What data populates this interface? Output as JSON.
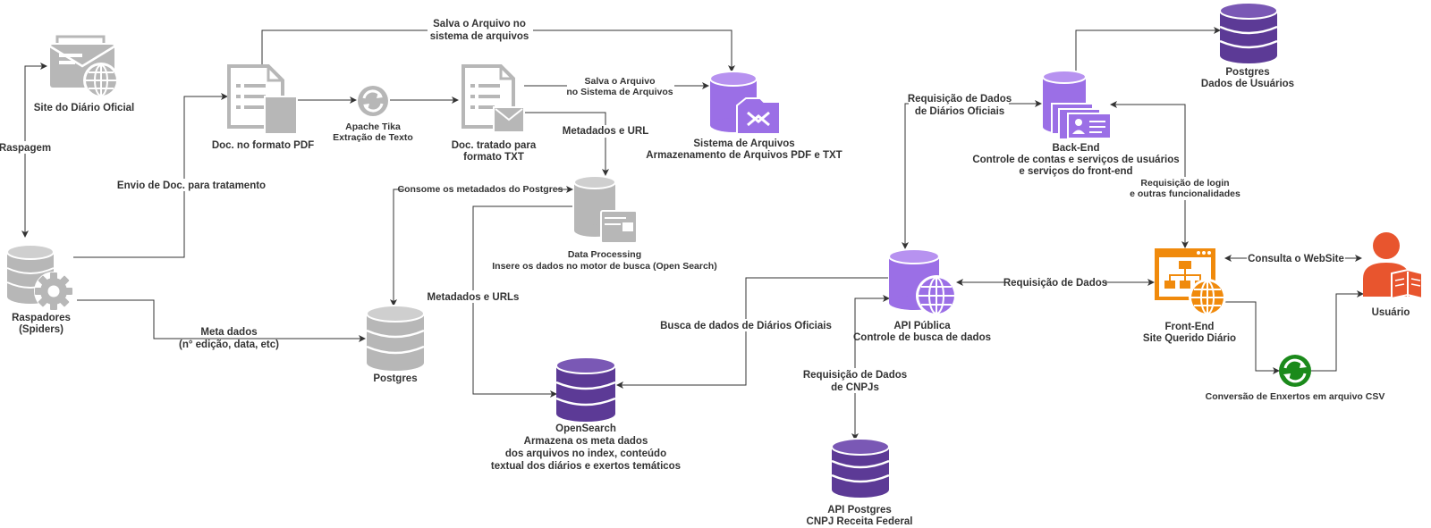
{
  "colors": {
    "gray": "#b7b7b7",
    "gray_dark": "#999999",
    "purple_light": "#9b6fe6",
    "purple_dark": "#5c3a96",
    "orange": "#f08a0c",
    "red_user": "#e8552e",
    "green": "#1b8a1b",
    "edge": "#333333"
  },
  "nodes": {
    "site_diario": {
      "line1": "Site do Diário Oficial"
    },
    "raspadores": {
      "line1": "Raspadores",
      "line2": "(Spiders)"
    },
    "doc_pdf": {
      "line1": "Doc. no formato PDF"
    },
    "apache_tika": {
      "line1": "Apache Tika",
      "line2": "Extração de Texto"
    },
    "doc_txt": {
      "line1": "Doc. tratado para",
      "line2": "formato TXT"
    },
    "sistema_arquivos": {
      "line1": "Sistema de Arquivos",
      "line2": "Armazenamento de Arquivos PDF e TXT"
    },
    "data_processing": {
      "line1": "Data Processing",
      "line2": "Insere os dados no motor de busca (Open Search)"
    },
    "postgres": {
      "line1": "Postgres"
    },
    "opensearch": {
      "line1": "OpenSearch",
      "line2": "Armazena os meta dados",
      "line3": "dos arquivos no index, conteúdo",
      "line4": "textual dos diários e exertos temáticos"
    },
    "api_publica": {
      "line1": "API Pública",
      "line2": "Controle de busca de dados"
    },
    "api_postgres": {
      "line1": "API Postgres",
      "line2": "CNPJ Receita Federal"
    },
    "backend": {
      "line1": "Back-End",
      "line2": "Controle de contas e serviços de usuários",
      "line3": "e serviços do front-end"
    },
    "postgres_usuarios": {
      "line1": "Postgres",
      "line2": "Dados de Usuários"
    },
    "frontend": {
      "line1": "Front-End",
      "line2": "Site Querido Diário"
    },
    "usuario": {
      "line1": "Usuário"
    },
    "conversao": {
      "line1": "Conversão de Enxertos em arquivo CSV"
    }
  },
  "edges": {
    "raspagem": {
      "line1": "Raspagem"
    },
    "envio_doc": {
      "line1": "Envio de Doc. para tratamento"
    },
    "meta_dados": {
      "line1": "Meta dados",
      "line2": "(n° edição, data, etc)"
    },
    "salva_sistema": {
      "line1": "Salva o Arquivo no",
      "line2": "sistema de arquivos"
    },
    "salva_txt": {
      "line1": "Salva o Arquivo",
      "line2": "no Sistema de Arquivos"
    },
    "metadados_url": {
      "line1": "Metadados e URL"
    },
    "consome_metadados": {
      "line1": "Consome os metadados do Postgres"
    },
    "metadados_urls": {
      "line1": "Metadados e URLs"
    },
    "busca_dados": {
      "line1": "Busca de dados de Diários Oficiais"
    },
    "req_diarios": {
      "line1": "Requisição de Dados",
      "line2": "de Diários Oficiais"
    },
    "req_cnpjs": {
      "line1": "Requisição de Dados",
      "line2": "de CNPJs"
    },
    "req_dados": {
      "line1": "Requisição de Dados"
    },
    "req_login": {
      "line1": "Requisição de login",
      "line2": "e outras funcionalidades"
    },
    "consulta_website": {
      "line1": "Consulta o WebSite"
    }
  }
}
